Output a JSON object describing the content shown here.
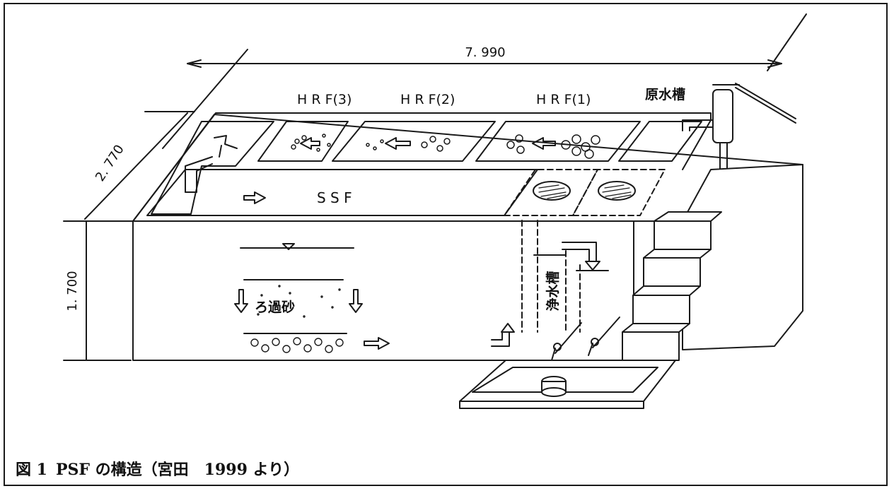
{
  "figure": {
    "dimensions": {
      "length": "7. 990",
      "width": "2. 770",
      "height": "1. 700"
    },
    "labels": {
      "hrf3": "H R F(3)",
      "hrf2": "H R F(2)",
      "hrf1": "H R F(1)",
      "raw_water_tank": "原水槽",
      "ssf": "S S F",
      "filter_sand": "ろ過砂",
      "clean_water_tank": "浄水槽"
    },
    "caption": {
      "number": "図 1",
      "text": "PSF の構造（宮田　1999 より）"
    }
  }
}
